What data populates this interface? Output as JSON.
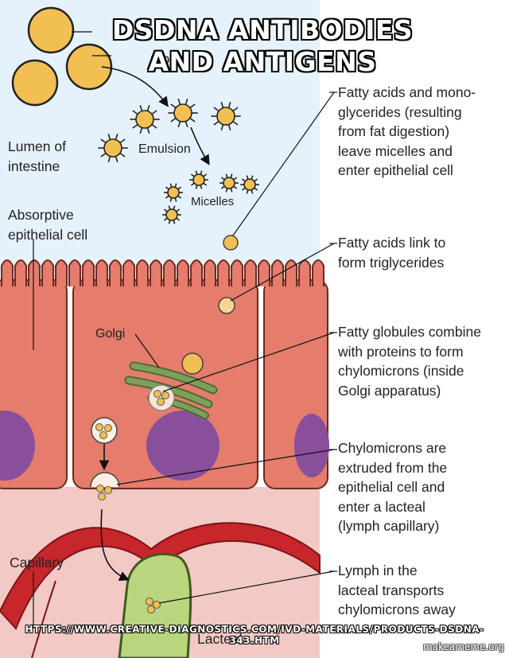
{
  "caption": {
    "top": "DSDNA ANTIBODIES AND ANTIGENS",
    "bottom": "HTTPS://WWW.CREATIVE-DIAGNOSTICS.COM/IVD-MATERIALS/PRODUCTS-DSDNA-343.HTM"
  },
  "watermark": "makeameme.org",
  "diagram": {
    "partial_top_label": "mono",
    "left_labels": {
      "lumen": "Lumen of\nintestine",
      "absorptive": "Absorptive\nepithelial cell",
      "capillary": "Capillary"
    },
    "inner_labels": {
      "emulsion": "Emulsion",
      "micelles": "Micelles",
      "golgi": "Golgi",
      "lacteal": "Lacteal"
    },
    "steps": [
      "Fatty acids and mono-\nglycerides (resulting\nfrom fat digestion)\nleave micelles and\nenter epithelial cell",
      "Fatty acids link to\nform triglycerides",
      "Fatty globules combine\nwith proteins to form\nchylomicrons (inside\nGolgi apparatus)",
      "Chylomicrons are\nextruded from the\nepithelial cell and\nenter a lacteal\n(lymph capillary)",
      "Lymph in the\nlacteal transports\nchylomicrons away"
    ]
  },
  "colors": {
    "lumen": "#e6f2fb",
    "cell": "#e57c6c",
    "cell_outline": "#6b2a22",
    "nucleus": "#8a4f9a",
    "lamina": "#f2c9c4",
    "capillary": "#c7262b",
    "lacteal": "#b9d67e",
    "fat_droplet": "#f2bf52",
    "golgi": "#7ca05a"
  }
}
